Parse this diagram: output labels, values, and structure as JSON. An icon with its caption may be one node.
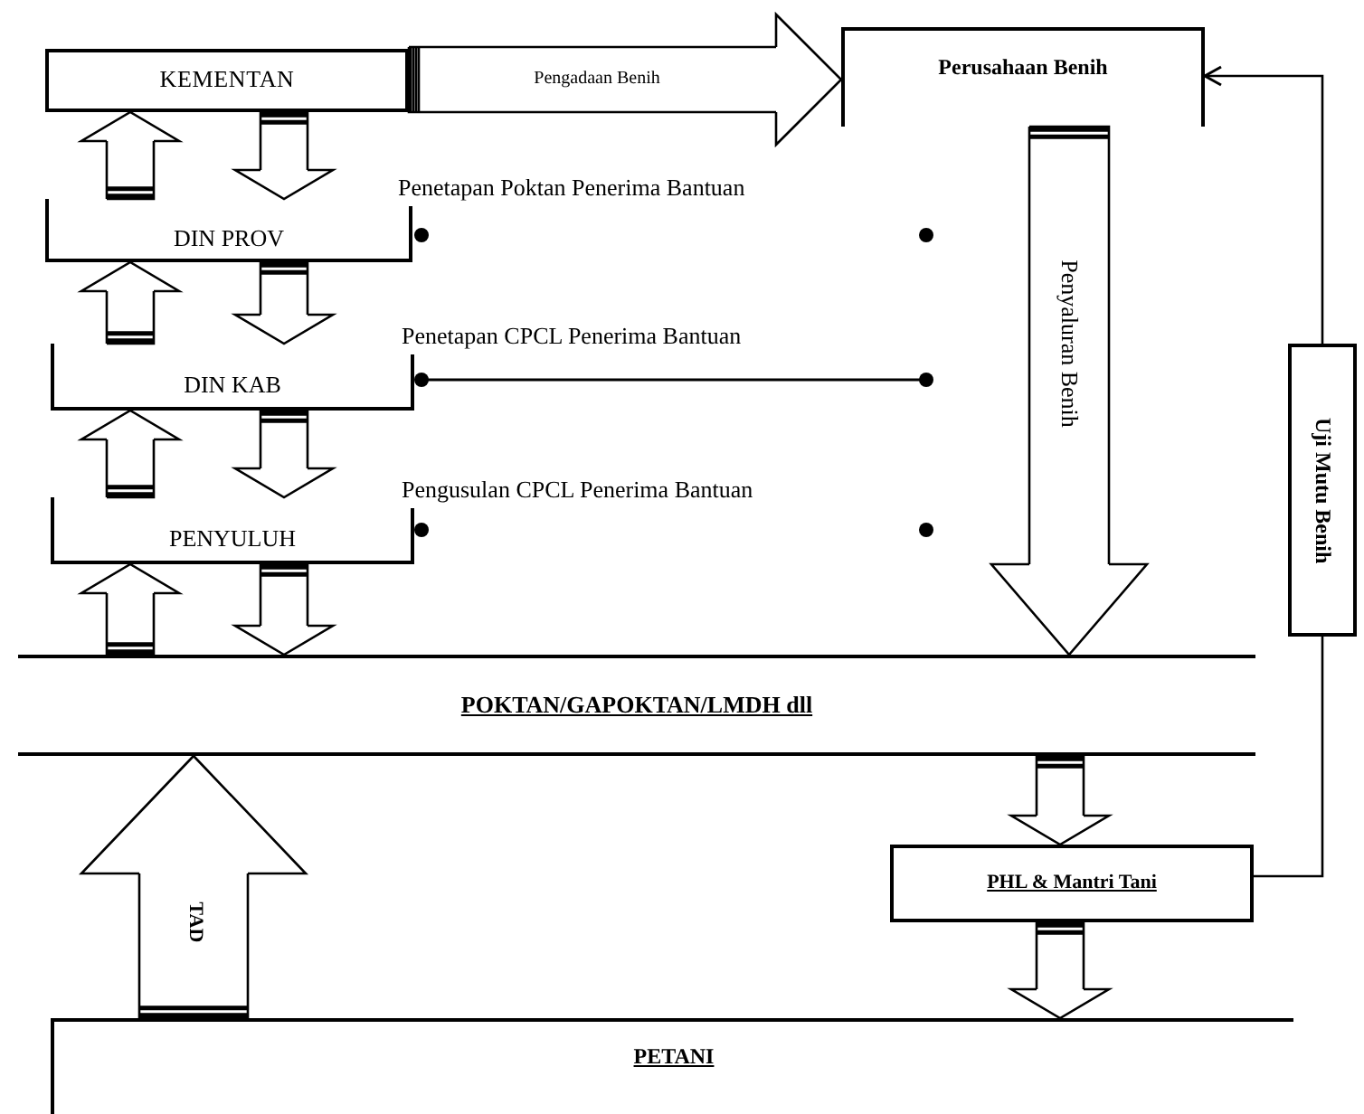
{
  "diagram": {
    "nodes": [
      {
        "text": [
          "KEMENTAN"
        ]
      },
      {
        "text": [
          "DIN PROV"
        ]
      },
      {
        "text": [
          "DIN KAB"
        ]
      },
      {
        "text": [
          "PENYULUH"
        ]
      },
      {
        "text": [
          "Perusahaan Benih"
        ]
      },
      {
        "text": [
          "POKTAN/GAPOKTAN/LMDH dll"
        ]
      },
      {
        "text": [
          "PHL & Mantri Tani"
        ]
      },
      {
        "text": [
          "PETANI"
        ]
      },
      {
        "text": [
          "Uji Mutu Benih"
        ]
      }
    ],
    "edges": [
      {
        "from": 1,
        "to": 0,
        "arrow": "to"
      },
      {
        "from": 0,
        "to": 1,
        "arrow": "to"
      },
      {
        "from": 2,
        "to": 1,
        "arrow": "to"
      },
      {
        "from": 1,
        "to": 2,
        "arrow": "to"
      },
      {
        "from": 3,
        "to": 2,
        "arrow": "to"
      },
      {
        "from": 2,
        "to": 3,
        "arrow": "to"
      },
      {
        "from": 5,
        "to": 3,
        "arrow": "to"
      },
      {
        "from": 3,
        "to": 5,
        "arrow": "to"
      },
      {
        "from": 5,
        "to": 6,
        "arrow": "to"
      },
      {
        "from": 6,
        "to": 7,
        "arrow": "to"
      },
      {
        "from": 6,
        "to": 8,
        "arrow": "none"
      },
      {
        "from": 8,
        "to": 4,
        "arrow": "to"
      },
      {
        "from": 0,
        "to": 4,
        "arrow": "to",
        "label": "Pengadaan Benih"
      },
      {
        "from": 4,
        "to": 5,
        "arrow": "to",
        "label": "Penyaluran Benih"
      },
      {
        "from": 7,
        "to": 5,
        "arrow": "to",
        "label": "TAD"
      }
    ],
    "labels": [
      "Penetapan Poktan Penerima Bantuan",
      "Penetapan CPCL Penerima Bantuan",
      "Pengusulan CPCL Penerima Bantuan"
    ]
  }
}
